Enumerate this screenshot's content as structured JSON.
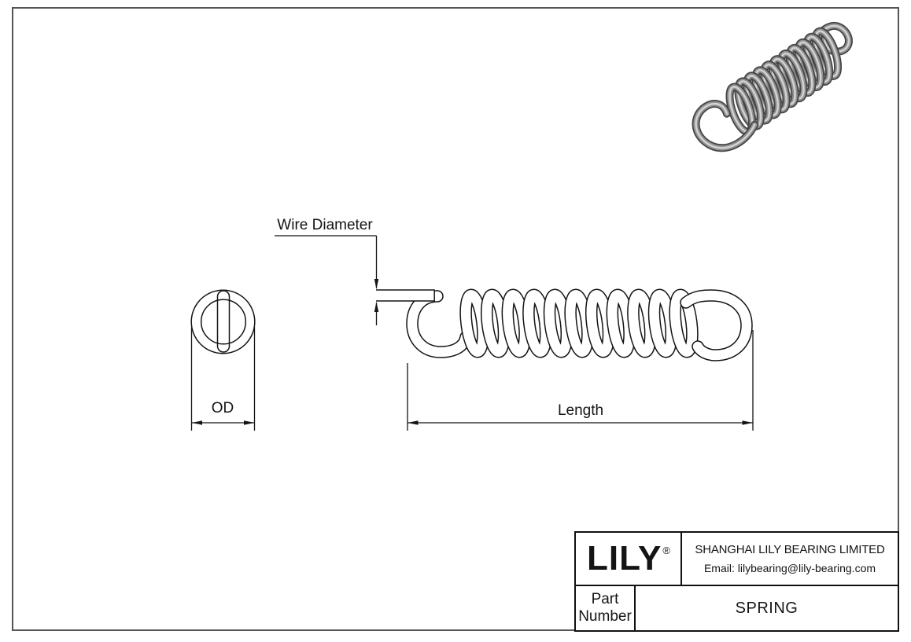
{
  "drawing": {
    "labels": {
      "wire_diameter": "Wire Diameter",
      "od": "OD",
      "length": "Length"
    }
  },
  "title_block": {
    "logo_text": "LILY",
    "registered_mark": "®",
    "company_name": "SHANGHAI LILY BEARING LIMITED",
    "email": "Email: lilybearing@lily-bearing.com",
    "part_number_label": "Part Number",
    "part_name": "SPRING"
  },
  "colors": {
    "line": "#141414",
    "border": "#555555",
    "background": "#ffffff",
    "metal_dark": "#454545",
    "metal_mid": "#909090",
    "metal_highlight": "#d2d2d2"
  }
}
